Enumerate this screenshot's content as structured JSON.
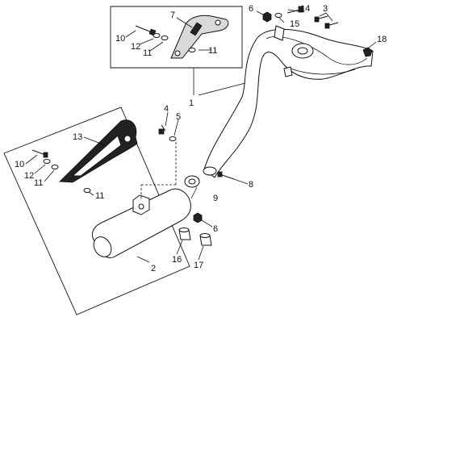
{
  "callouts": {
    "c1": "1",
    "c2": "2",
    "c3": "3",
    "c4": "4",
    "c5": "5",
    "c6a": "6",
    "c6b": "6",
    "c7": "7",
    "c8": "8",
    "c9": "9",
    "c10a": "10",
    "c10b": "10",
    "c11a": "11",
    "c11b": "11",
    "c11c": "11",
    "c11d": "11",
    "c12a": "12",
    "c12b": "12",
    "c13": "13",
    "c14": "14",
    "c15": "15",
    "c16": "16",
    "c17": "17",
    "c18": "18"
  },
  "colors": {
    "line": "#111111",
    "grey_fill": "#d9d9d9",
    "dark_fill": "#222222"
  }
}
